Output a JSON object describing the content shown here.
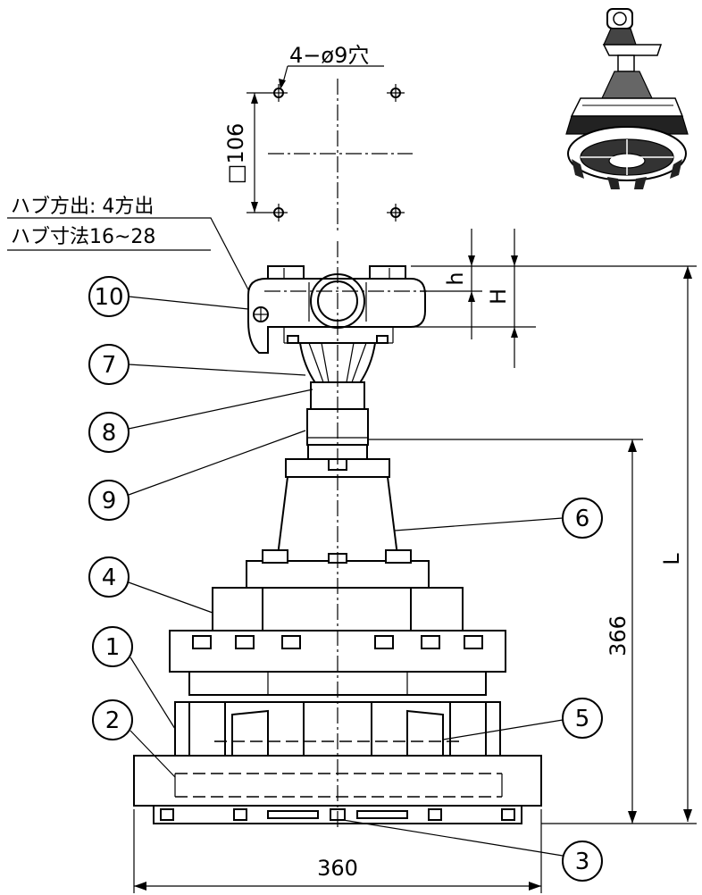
{
  "hole_callout": "4−ø9穴",
  "square_dim": "□106",
  "hub_label_1": "ハブ方出: 4方出",
  "hub_label_2": "ハブ寸法16~28",
  "dim_h": "h",
  "dim_H": "H",
  "dim_L": "L",
  "dim_366": "366",
  "dim_360": "360",
  "parts": {
    "p1": "1",
    "p2": "2",
    "p3": "3",
    "p4": "4",
    "p5": "5",
    "p6": "6",
    "p7": "7",
    "p8": "8",
    "p9": "9",
    "p10": "10"
  }
}
